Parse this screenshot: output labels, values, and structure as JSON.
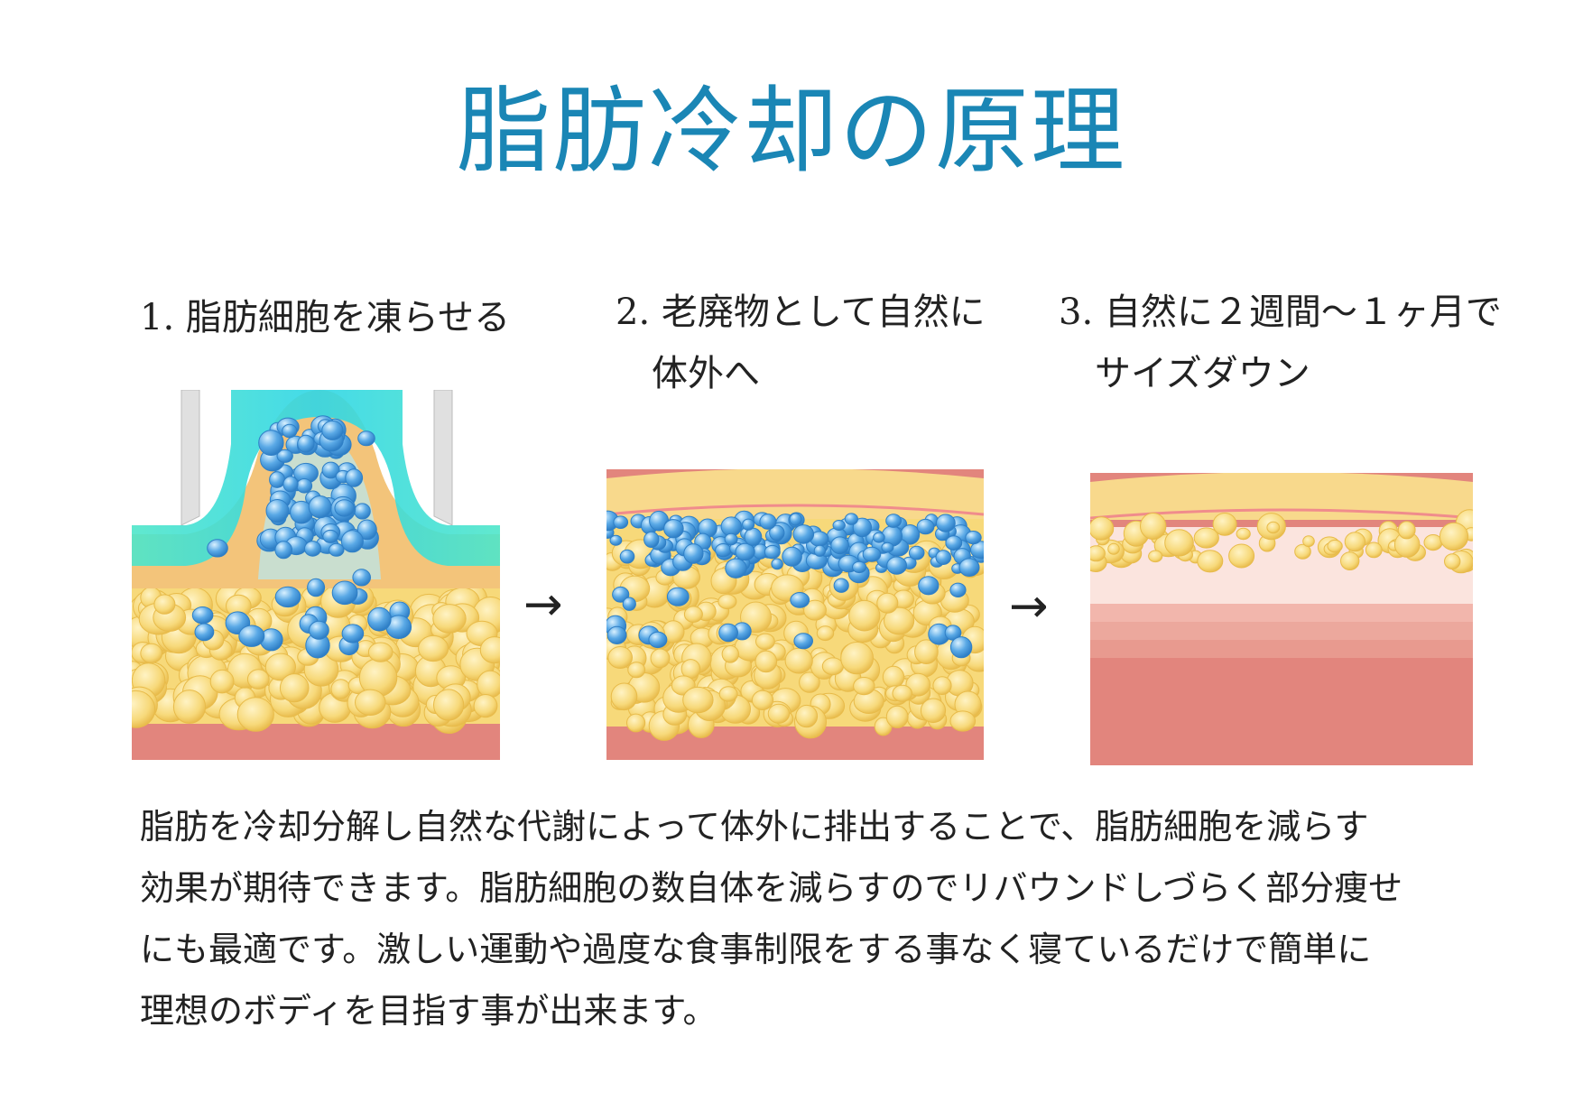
{
  "title": "脂肪冷却の原理",
  "steps": [
    {
      "line1": "1. 脂肪細胞を凍らせる",
      "line2": ""
    },
    {
      "line1": "2. 老廃物として自然に",
      "line2": "体外へ"
    },
    {
      "line1": "3. 自然に２週間〜１ヶ月で",
      "line2": "サイズダウン"
    }
  ],
  "arrow": "→",
  "description": [
    "脂肪を冷却分解し自然な代謝によって体外に排出することで、脂肪細胞を減らす",
    "効果が期待できます。脂肪細胞の数自体を減らすのでリバウンドしづらく部分痩せ",
    "にも最適です。激しい運動や過度な食事制限をする事なく寝ているだけで簡単に",
    "理想のボディを目指す事が出来ます。"
  ],
  "colors": {
    "title": "#1a86b5",
    "fat": "#f7d97a",
    "fat_edge": "#e8bb4a",
    "frozen": "#5aa9e6",
    "skin": "#f8d98c",
    "skin_line": "#f08c8c",
    "muscle": "#e2857d",
    "dermis": "#fbe4de",
    "applicator": "#3fe0c8"
  },
  "icons": [
    "cooling-applicator-icon",
    "fat-cell-icon",
    "frozen-fat-cell-icon"
  ]
}
